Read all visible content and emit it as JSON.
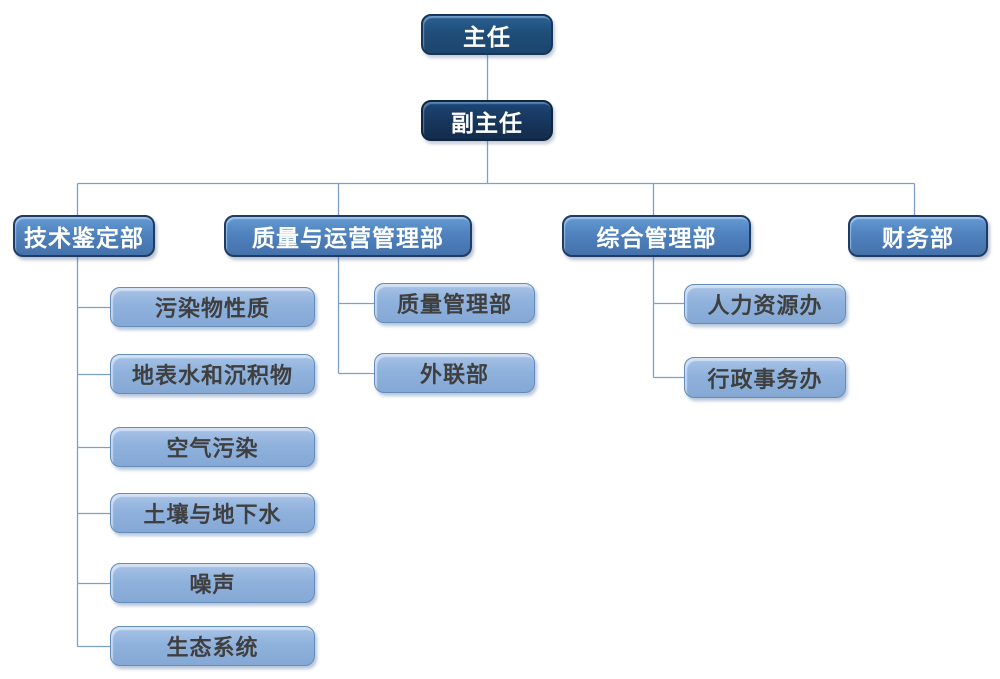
{
  "org_chart": {
    "root": {
      "label": "主任"
    },
    "deputy": {
      "label": "副主任"
    },
    "departments": [
      {
        "label": "技术鉴定部",
        "children": [
          {
            "label": "污染物性质"
          },
          {
            "label": "地表水和沉积物"
          },
          {
            "label": "空气污染"
          },
          {
            "label": "土壤与地下水"
          },
          {
            "label": "噪声"
          },
          {
            "label": "生态系统"
          }
        ]
      },
      {
        "label": "质量与运营管理部",
        "children": [
          {
            "label": "质量管理部"
          },
          {
            "label": "外联部"
          }
        ]
      },
      {
        "label": "综合管理部",
        "children": [
          {
            "label": "人力资源办"
          },
          {
            "label": "行政事务办"
          }
        ]
      },
      {
        "label": "财务部",
        "children": []
      }
    ],
    "colors": {
      "level1_fill": "#1F4E79",
      "deputy_fill": "#17375E",
      "department_fill": "#4F81BD",
      "sub_fill": "#8FB2DD",
      "connector": "#7BA0CC",
      "text_light": "#FFFFFF",
      "text_dark": "#3F3F3F"
    }
  }
}
